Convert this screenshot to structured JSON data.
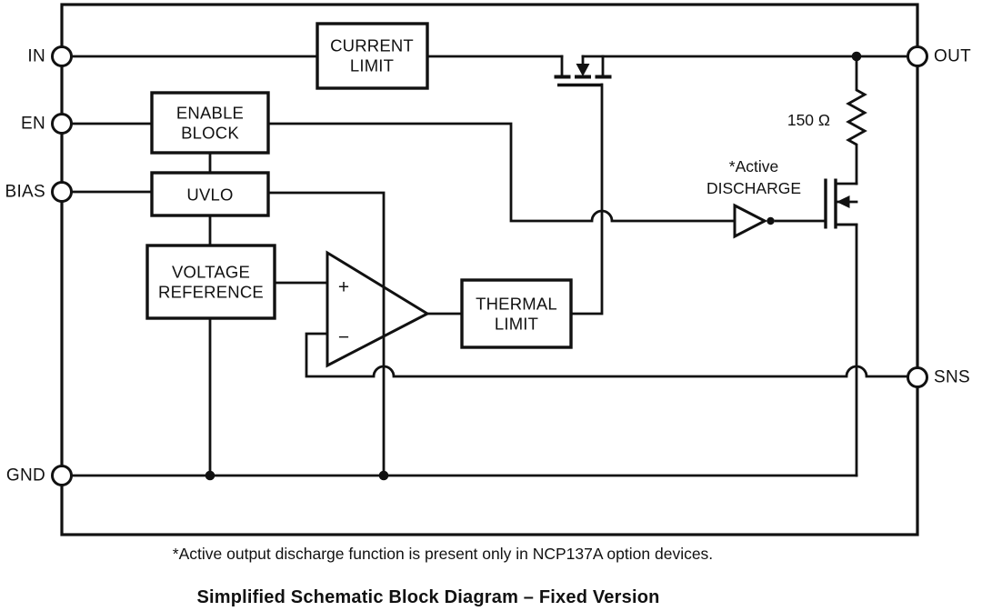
{
  "diagram": {
    "pins": {
      "in": "IN",
      "en": "EN",
      "bias": "BIAS",
      "gnd": "GND",
      "out": "OUT",
      "sns": "SNS"
    },
    "blocks": {
      "current_limit": {
        "line1": "CURRENT",
        "line2": "LIMIT"
      },
      "enable_block": {
        "line1": "ENABLE",
        "line2": "BLOCK"
      },
      "uvlo": {
        "line1": "UVLO"
      },
      "voltage_reference": {
        "line1": "VOLTAGE",
        "line2": "REFERENCE"
      },
      "thermal_limit": {
        "line1": "THERMAL",
        "line2": "LIMIT"
      }
    },
    "opamp": {
      "plus": "+",
      "minus": "−"
    },
    "resistor": {
      "value": "150 Ω"
    },
    "active_discharge": {
      "line1": "*Active",
      "line2": "DISCHARGE"
    },
    "footnote": "*Active output discharge function is present only in NCP137A option devices.",
    "caption": "Simplified Schematic Block Diagram – Fixed Version",
    "colors": {
      "ink": "#111111",
      "background": "#ffffff"
    }
  }
}
